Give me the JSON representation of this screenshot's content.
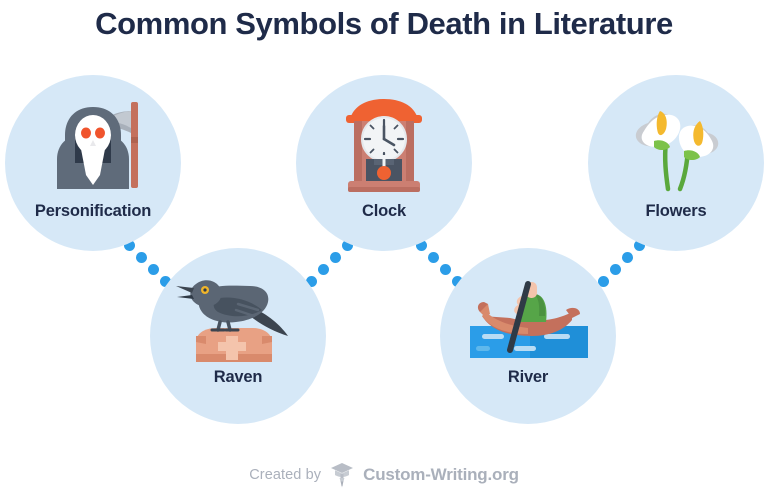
{
  "title": "Common Symbols of Death in Literature",
  "theme": {
    "background": "#ffffff",
    "title_color": "#1f2b49",
    "circle_fill": "#d6e8f7",
    "dot_color": "#2b9de8",
    "label_color": "#1f2b49",
    "footer_color": "#aab0bb"
  },
  "nodes": [
    {
      "id": "personification",
      "label": "Personification",
      "icon": "grim-reaper-icon",
      "row": "top",
      "order": 1
    },
    {
      "id": "raven",
      "label": "Raven",
      "icon": "raven-on-gravestone-icon",
      "row": "bottom",
      "order": 2
    },
    {
      "id": "clock",
      "label": "Clock",
      "icon": "grandfather-clock-icon",
      "row": "top",
      "order": 3
    },
    {
      "id": "river",
      "label": "River",
      "icon": "ferryman-boat-icon",
      "row": "bottom",
      "order": 4
    },
    {
      "id": "flowers",
      "label": "Flowers",
      "icon": "calla-lily-flowers-icon",
      "row": "top",
      "order": 5
    }
  ],
  "connectors": [
    {
      "id": "personification-to-raven",
      "direction": "down-right",
      "dots": 5
    },
    {
      "id": "raven-to-clock",
      "direction": "up-right",
      "dots": 5
    },
    {
      "id": "clock-to-river",
      "direction": "down-right",
      "dots": 5
    },
    {
      "id": "river-to-flowers",
      "direction": "up-right",
      "dots": 5
    }
  ],
  "footer": {
    "created_by": "Created by",
    "brand": "Custom-Writing.org",
    "logo": "graduation-cap-pen-logo"
  }
}
